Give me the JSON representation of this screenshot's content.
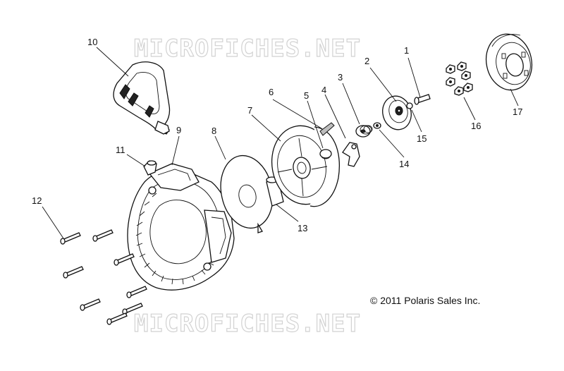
{
  "watermark": {
    "top": "MICROFICHES.NET",
    "bottom": "MICROFICHES.NET"
  },
  "copyright": "© 2011 Polaris Sales Inc.",
  "callouts": {
    "c1": "1",
    "c2": "2",
    "c3": "3",
    "c4": "4",
    "c5": "5",
    "c6": "6",
    "c7": "7",
    "c8": "8",
    "c9": "9",
    "c10": "10",
    "c11": "11",
    "c12": "12",
    "c13": "13",
    "c14": "14",
    "c15": "15",
    "c16": "16",
    "c17": "17"
  }
}
